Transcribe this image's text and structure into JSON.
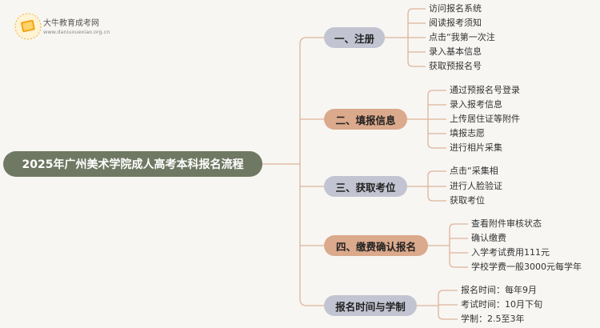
{
  "logo": {
    "title": "大牛教育成考网",
    "url": "www.daniuxuexiao.org.cn"
  },
  "root": {
    "label": "2025年广州美术学院成人高考本科报名流程"
  },
  "branches": [
    {
      "label": "一、注册",
      "color": "#c2c4d1",
      "items": [
        "访问报名系统",
        "阅读报考须知",
        "点击“我第一次注",
        "录入基本信息",
        "获取预报名号"
      ]
    },
    {
      "label": "二、填报信息",
      "color": "#dba98b",
      "items": [
        "通过预报名号登录",
        "录入报考信息",
        "上传居住证等附件",
        "填报志愿",
        "进行相片采集"
      ]
    },
    {
      "label": "三、获取考位",
      "color": "#c2c4d1",
      "items": [
        "点击“采集相",
        "进行人脸验证",
        "获取考位"
      ]
    },
    {
      "label": "四、缴费确认报名",
      "color": "#dba98b",
      "items": [
        "查看附件审核状态",
        "确认缴费",
        "入学考试费用111元",
        "学校学费一般3000元每学年"
      ]
    },
    {
      "label": "报名时间与学制",
      "color": "#c2c4d1",
      "items": [
        "报名时间：每年9月",
        "考试时间：10月下旬",
        "学制：2.5至3年"
      ]
    }
  ]
}
